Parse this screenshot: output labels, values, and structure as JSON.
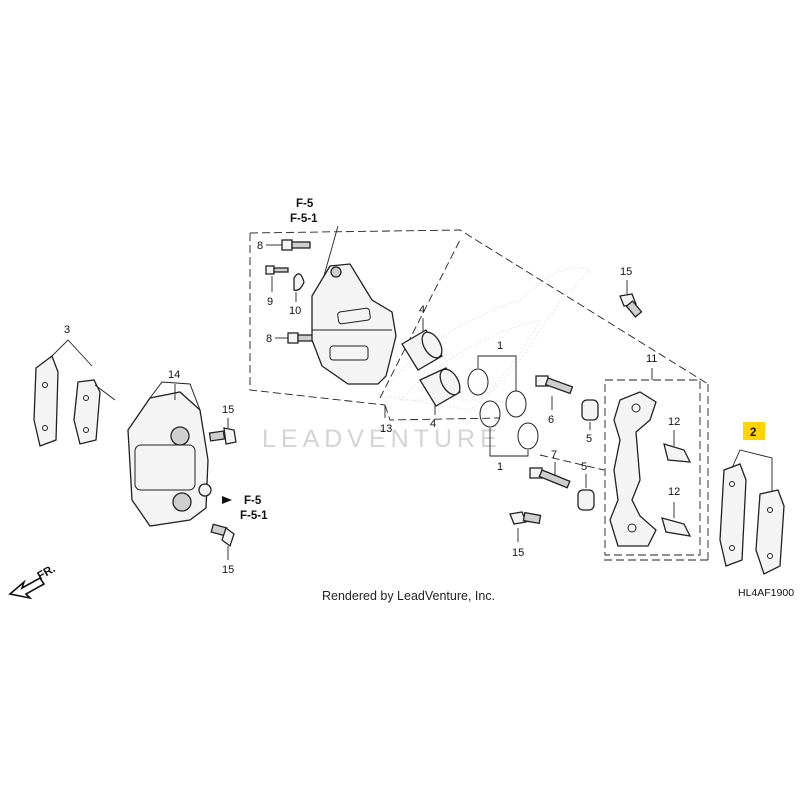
{
  "diagram": {
    "callouts": {
      "c1a": "1",
      "c1b": "1",
      "c2": "2",
      "c3": "3",
      "c4a": "4",
      "c4b": "4",
      "c5a": "5",
      "c5b": "5",
      "c6": "6",
      "c7": "7",
      "c8a": "8",
      "c8b": "8",
      "c9": "9",
      "c10": "10",
      "c11": "11",
      "c12a": "12",
      "c12b": "12",
      "c13": "13",
      "c14": "14",
      "c15a": "15",
      "c15b": "15",
      "c15c": "15",
      "c15d": "15"
    },
    "refs": {
      "top_f5": "F-5",
      "top_f51": "F-5-1",
      "side_f5": "F-5",
      "side_f51": "F-5-1"
    },
    "direction": "FR.",
    "watermark": "LEADVENTURE",
    "caption": "Rendered by LeadVenture, Inc.",
    "code": "HL4AF1900",
    "highlight_color": "#ffd400",
    "highlighted_callout": "2"
  }
}
